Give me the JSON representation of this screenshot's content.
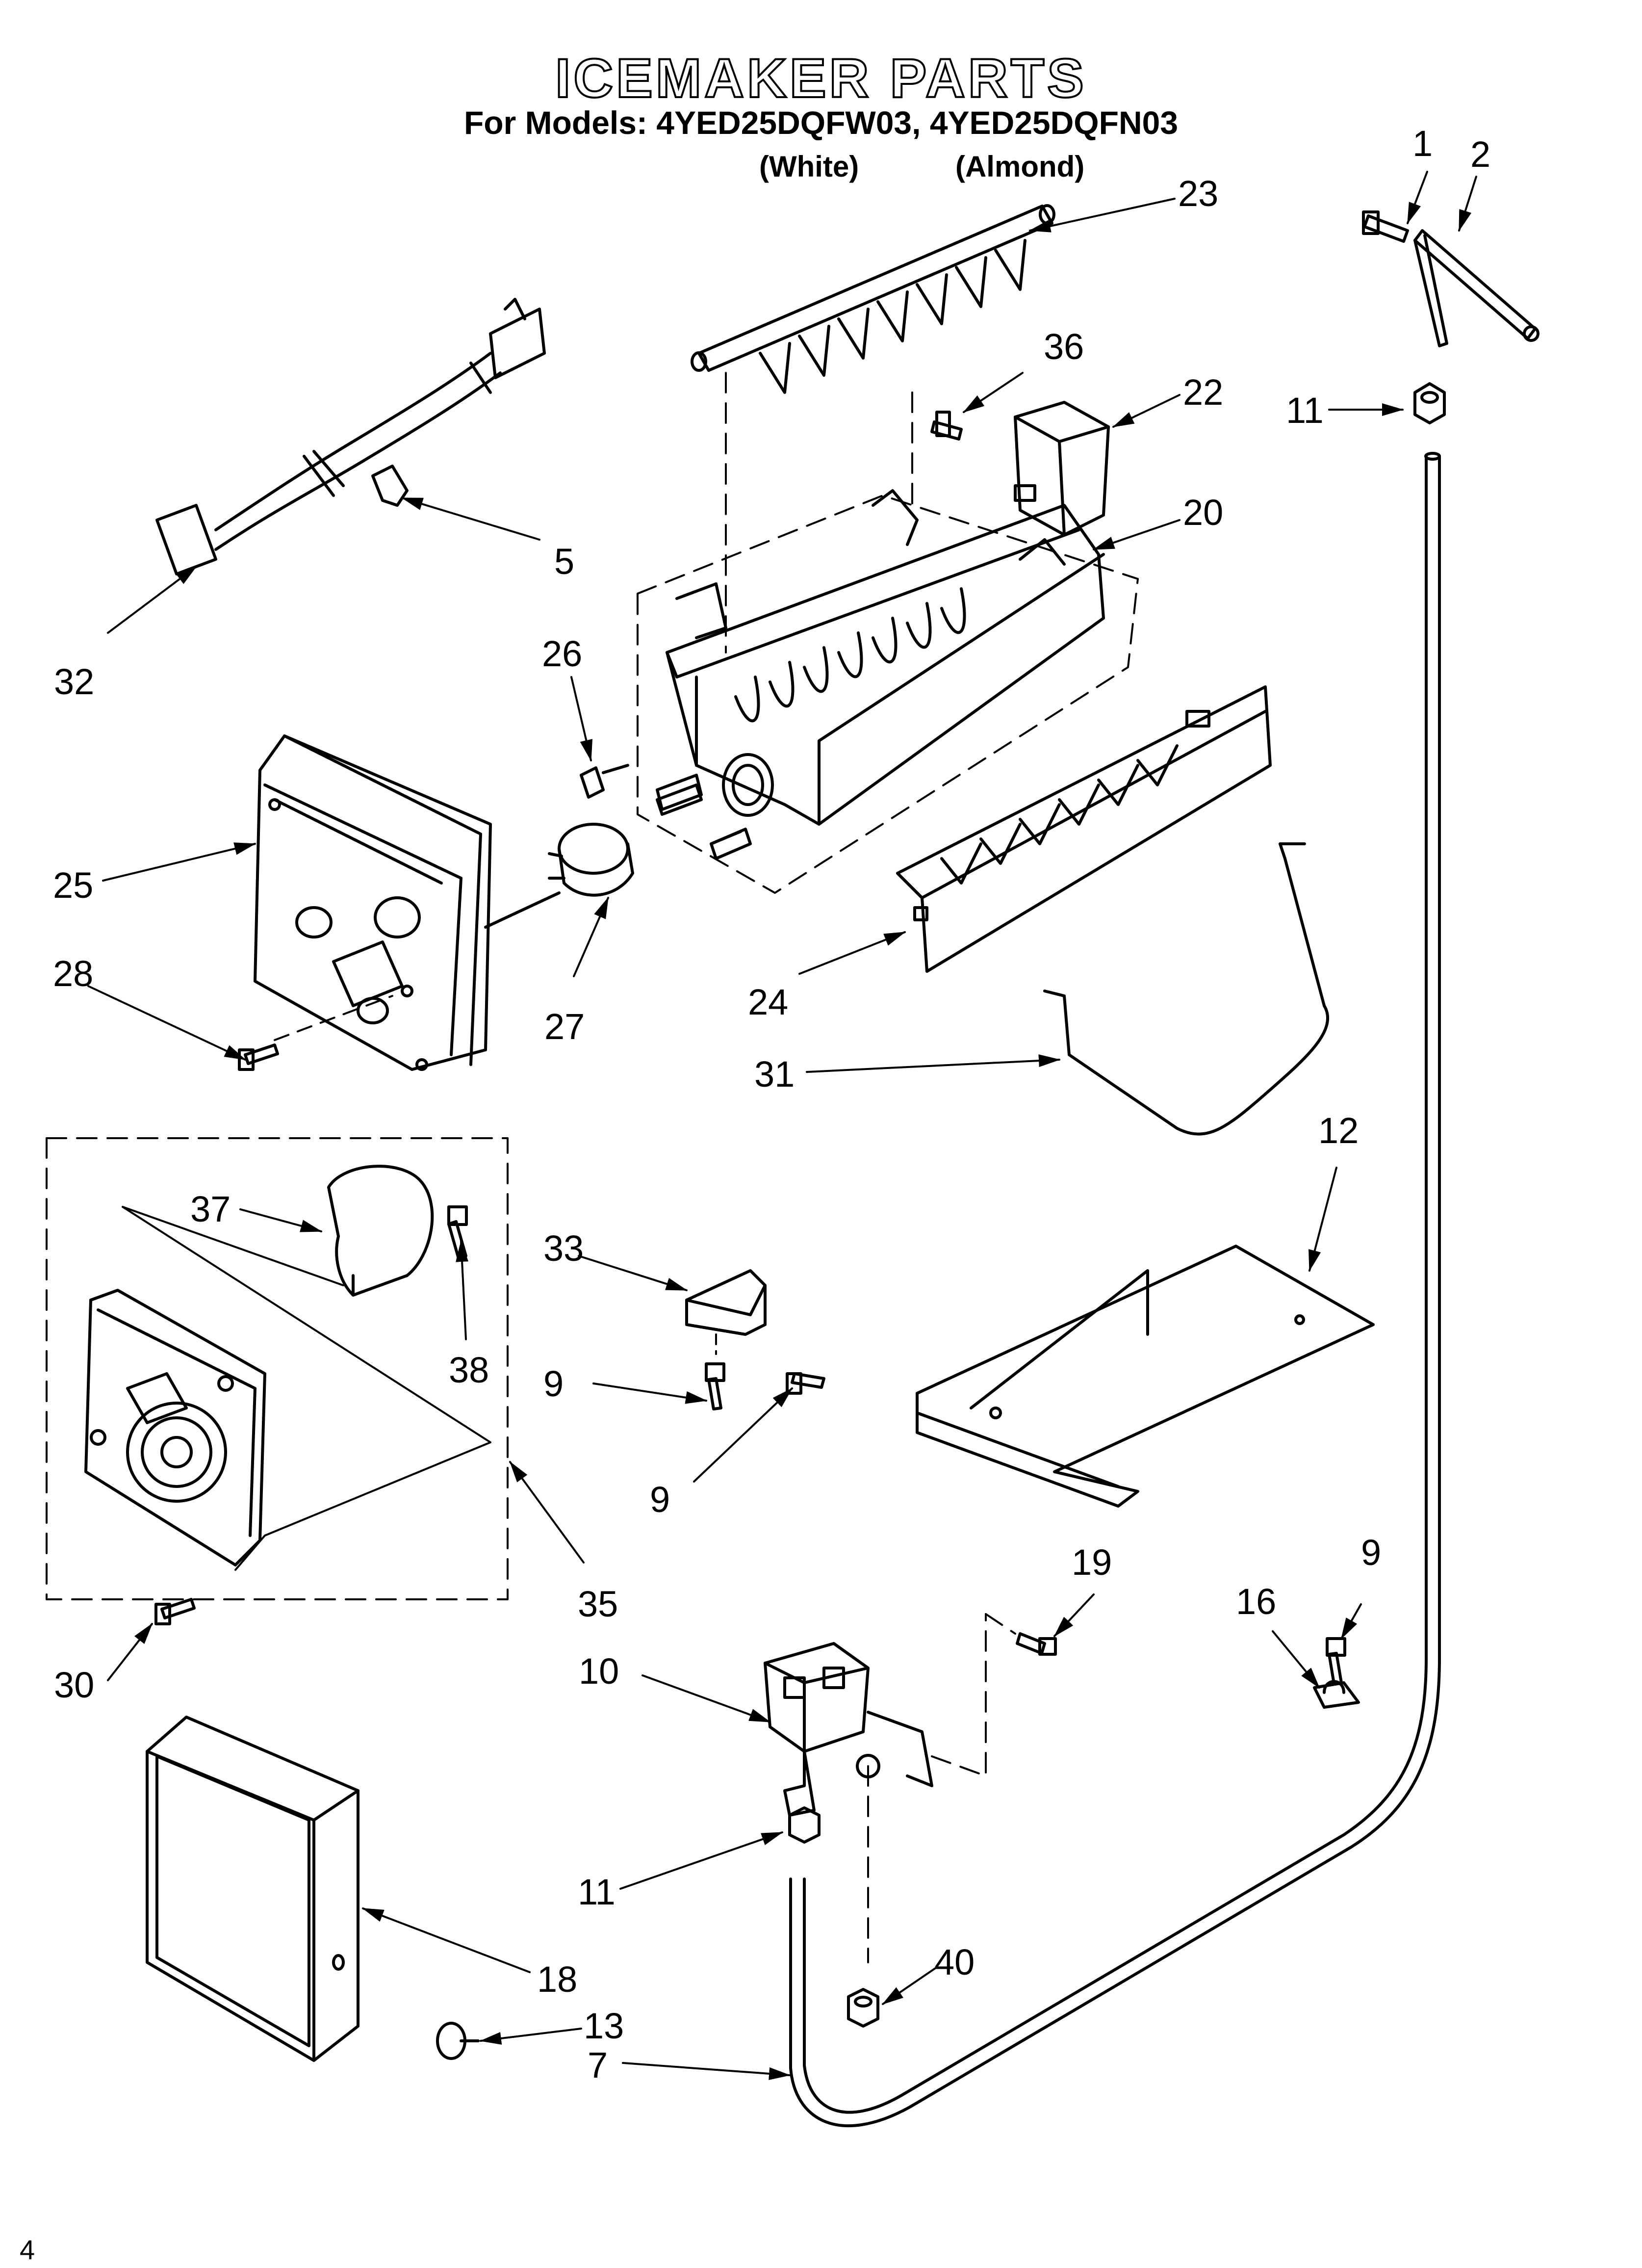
{
  "header": {
    "title": "ICEMAKER PARTS",
    "models_line": "For Models: 4YED25DQFW03, 4YED25DQFN03",
    "variant_white": "(White)",
    "variant_almond": "(Almond)"
  },
  "callouts": {
    "p1": "1",
    "p2": "2",
    "p23": "23",
    "p36": "36",
    "p22": "22",
    "p11a": "11",
    "p20": "20",
    "p5": "5",
    "p32": "32",
    "p26": "26",
    "p25": "25",
    "p28": "28",
    "p27": "27",
    "p24": "24",
    "p31": "31",
    "p12": "12",
    "p37": "37",
    "p33": "33",
    "p38": "38",
    "p9a": "9",
    "p9b": "9",
    "p35": "35",
    "p19": "19",
    "p9c": "9",
    "p16": "16",
    "p10": "10",
    "p30": "30",
    "p11b": "11",
    "p18": "18",
    "p40": "40",
    "p13": "13",
    "p7": "7"
  },
  "footer": {
    "page_number": "4"
  },
  "colors": {
    "line": "#000000",
    "background": "#ffffff"
  }
}
